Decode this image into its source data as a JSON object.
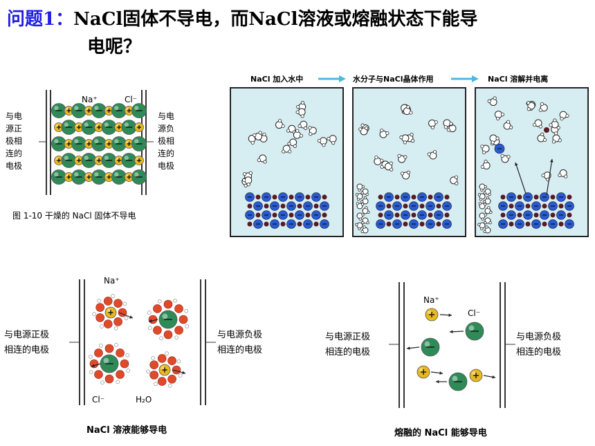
{
  "slide": {
    "question_label": "问题1：",
    "question_line1": "NaCl固体不导电，而NaCl溶液或熔融状态下能导",
    "question_line2": "电呢？"
  },
  "fig_solid": {
    "na": "Na⁺",
    "cl": "Cl⁻",
    "left_label": [
      "与电",
      "源正",
      "极相",
      "连的",
      "电极"
    ],
    "right_label": [
      "与电",
      "源负",
      "极相",
      "连的",
      "电极"
    ],
    "caption": "图 1-10   干燥的 NaCl 固体不导电"
  },
  "fig_dissolve": {
    "steps": [
      "NaCl 加入水中",
      "水分子与NaCl晶体作用",
      "NaCl 溶解并电离"
    ]
  },
  "fig_solution": {
    "na": "Na⁺",
    "cl": "Cl⁻",
    "water": "H₂O",
    "left_label": [
      "与电源正极",
      "相连的电极"
    ],
    "right_label": [
      "与电源负极",
      "相连的电极"
    ],
    "caption": "NaCl 溶液能够导电"
  },
  "fig_molten": {
    "na": "Na⁺",
    "cl": "Cl⁻",
    "left_label": [
      "与电源正极",
      "相连的电极"
    ],
    "right_label": [
      "与电源负极",
      "相连的电极"
    ],
    "caption": "熔融的 NaCl 能够导电"
  },
  "colors": {
    "question": "#1f1fe0",
    "na_ion": "#e8b820",
    "cl_ion": "#2e8b57",
    "water_bg": "#d6eef2",
    "arrow": "#4db8e0"
  }
}
